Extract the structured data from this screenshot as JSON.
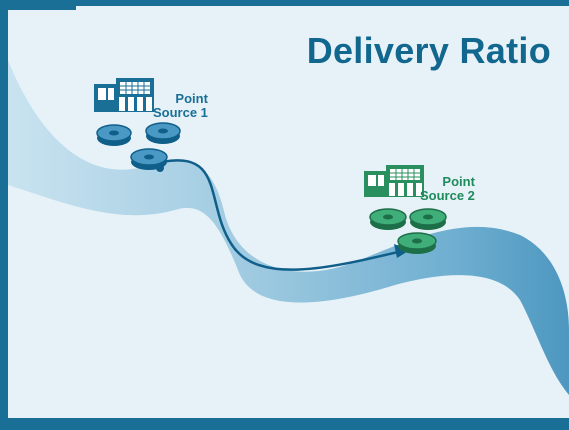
{
  "title": "Delivery Ratio",
  "sources": [
    {
      "line1": "Point",
      "line2": "Source 1"
    },
    {
      "line1": "Point",
      "line2": "Source 2"
    }
  ],
  "colors": {
    "frame": "#1a6f97",
    "background": "#e6f2f8",
    "river_light": "#b9d9ea",
    "river_dark": "#5ba3c8",
    "source1": "#1a6f97",
    "source2": "#2aa06a",
    "flow_arrow": "#0f5f8a"
  }
}
